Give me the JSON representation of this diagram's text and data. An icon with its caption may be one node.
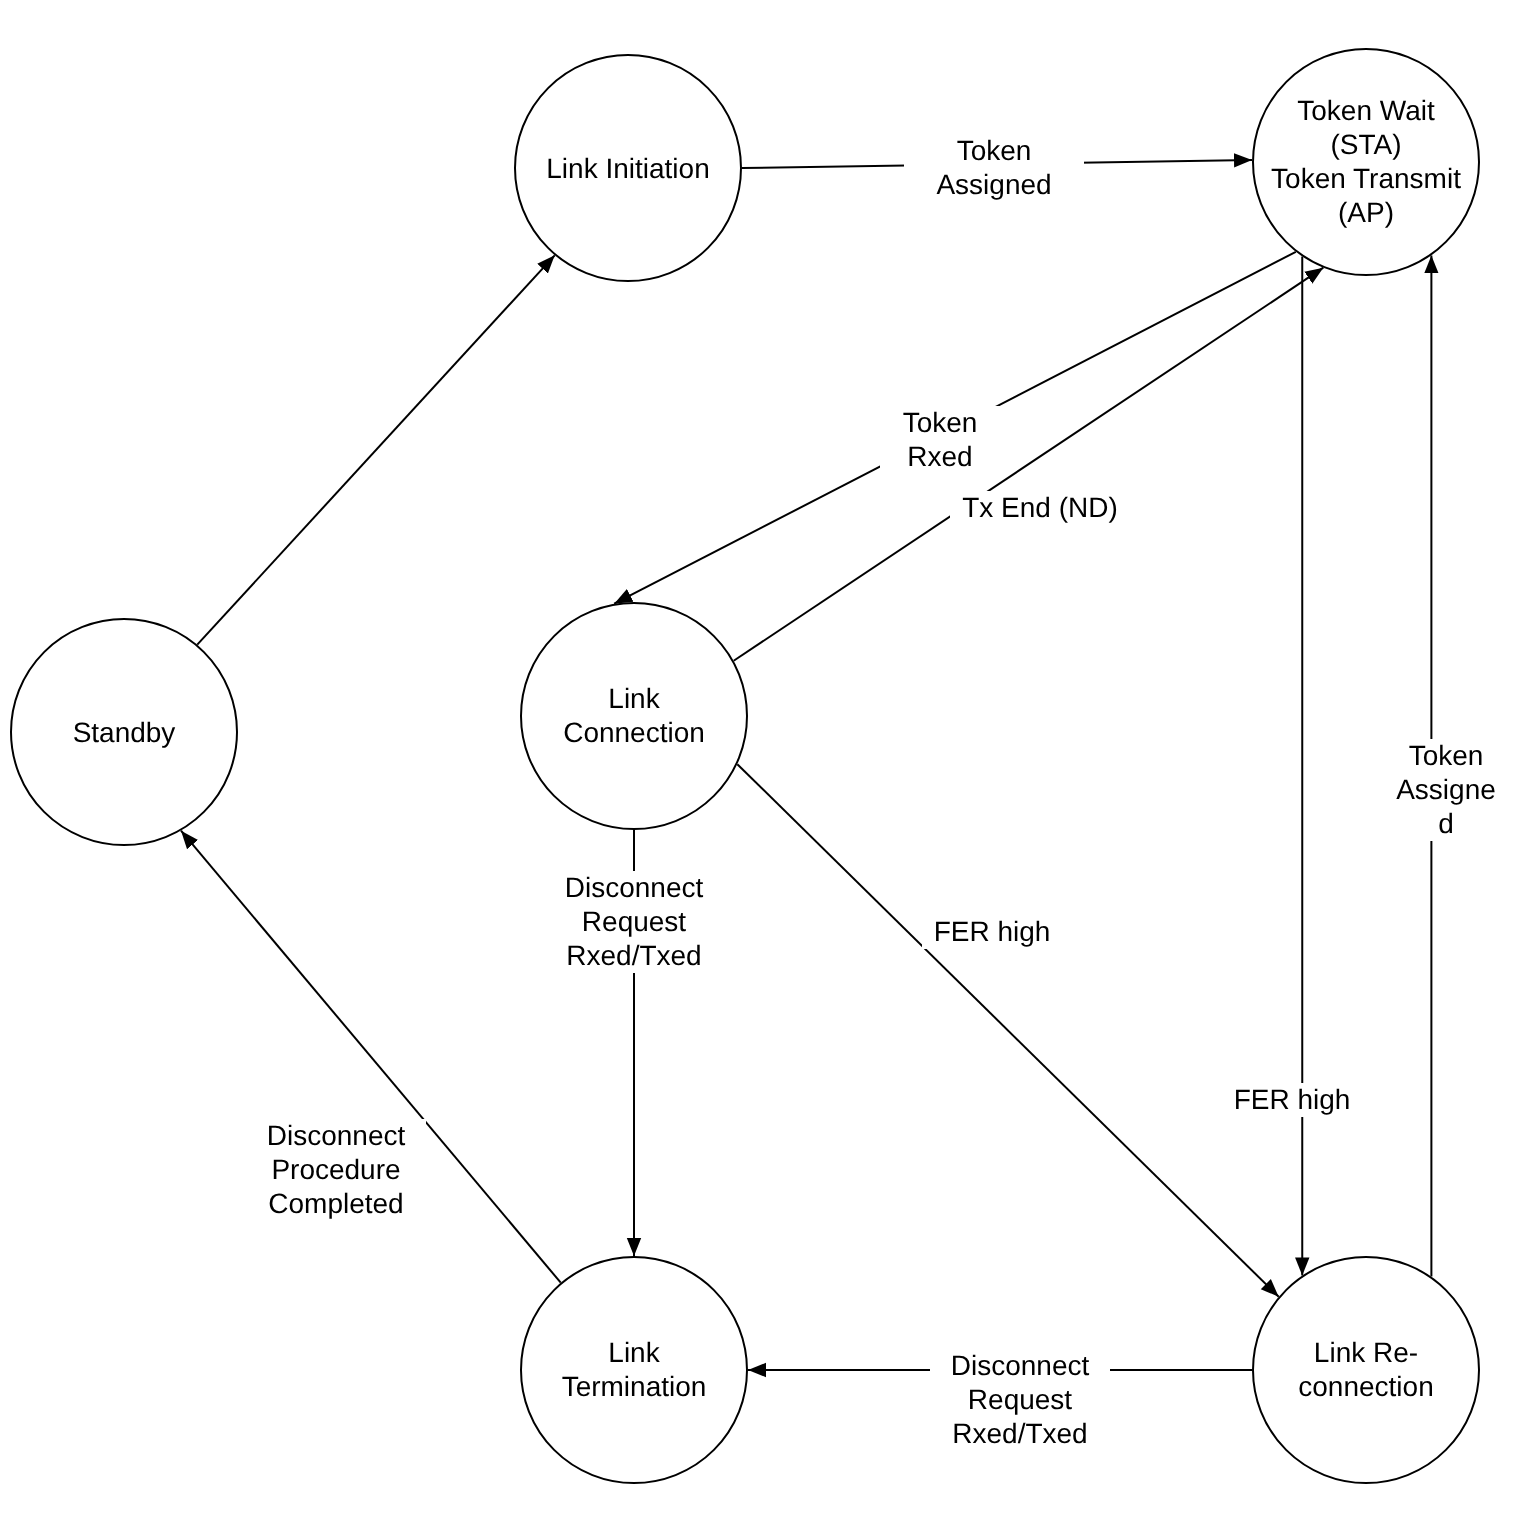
{
  "diagram": {
    "nodes": [
      {
        "text": [
          "Link Initiation"
        ]
      },
      {
        "text": [
          "Token Wait (STA)",
          "Token Transmit (AP)"
        ]
      },
      {
        "text": [
          "Standby"
        ]
      },
      {
        "text": [
          "Link Connection"
        ]
      },
      {
        "text": [
          "Link Termination"
        ]
      },
      {
        "text": [
          "Link Re-connection"
        ]
      }
    ],
    "edges": [
      {
        "from": 0,
        "to": 1,
        "arrow": "to",
        "label": "Token Assigned"
      },
      {
        "from": 1,
        "to": 3,
        "arrow": "to",
        "label": "Token Rxed"
      },
      {
        "from": 3,
        "to": 1,
        "arrow": "to",
        "label": "Tx End (ND)"
      },
      {
        "from": 1,
        "to": 5,
        "arrow": "to",
        "label": "FER high"
      },
      {
        "from": 5,
        "to": 1,
        "arrow": "to",
        "label": "Token Assigned"
      },
      {
        "from": 2,
        "to": 0,
        "arrow": "to"
      },
      {
        "from": 3,
        "to": 4,
        "arrow": "to",
        "label": "Disconnect Request Rxed/Txed"
      },
      {
        "from": 3,
        "to": 5,
        "arrow": "to",
        "label": "FER high"
      },
      {
        "from": 5,
        "to": 4,
        "arrow": "to",
        "label": "Disconnect Request Rxed/Txed"
      },
      {
        "from": 4,
        "to": 2,
        "arrow": "to",
        "label": "Disconnect Procedure Completed"
      }
    ]
  }
}
